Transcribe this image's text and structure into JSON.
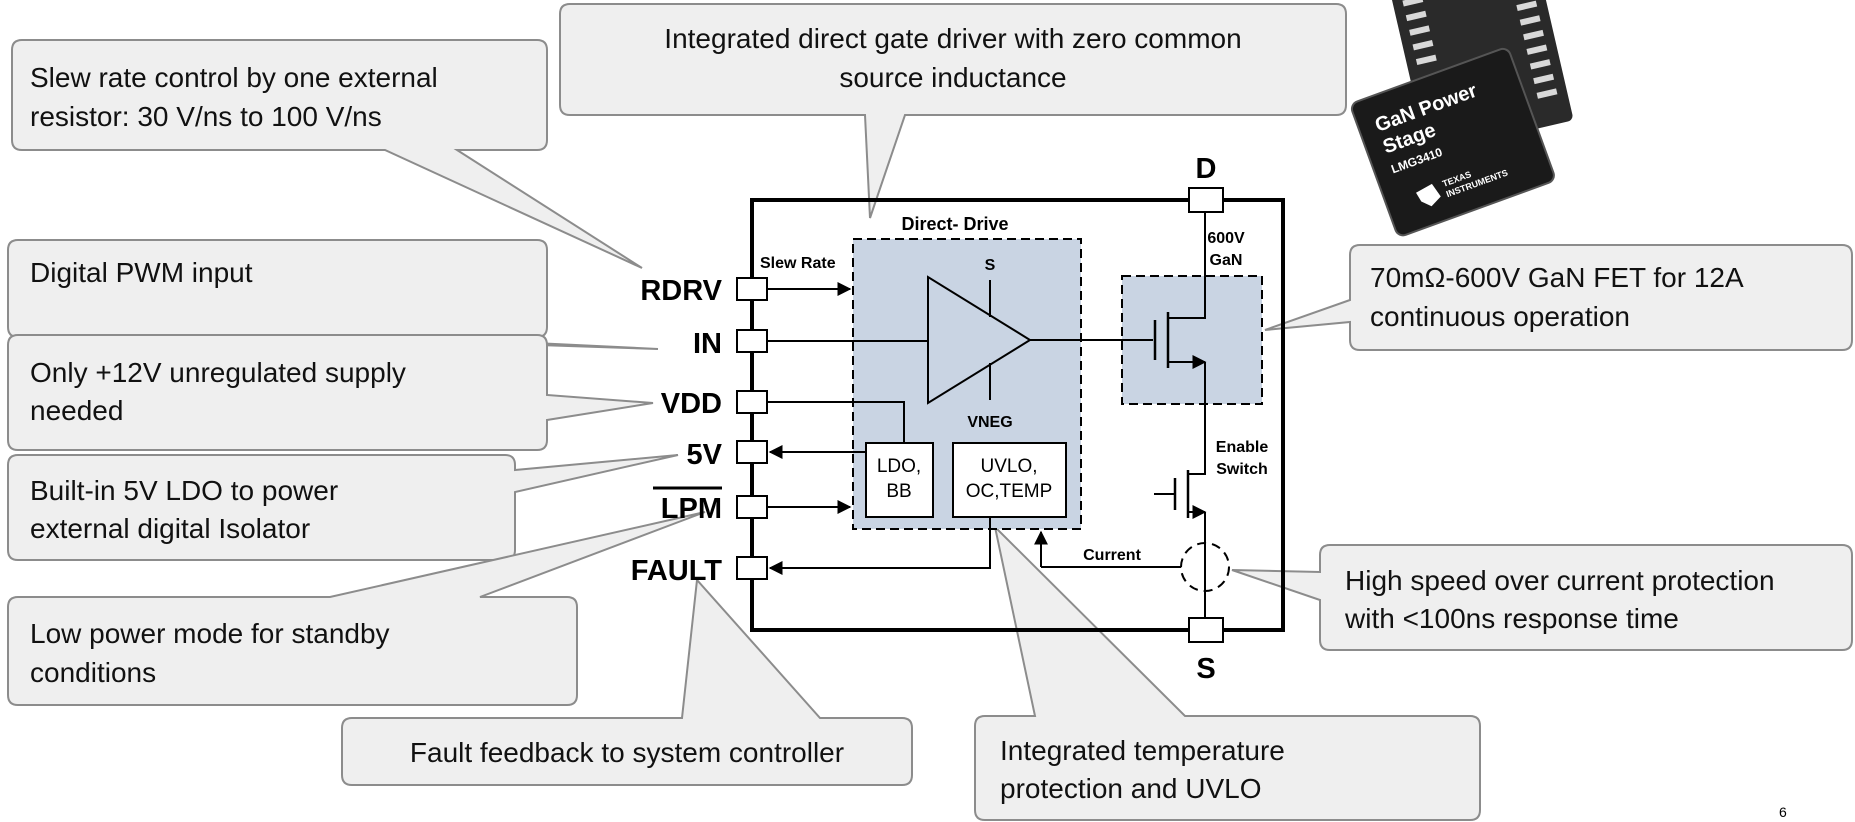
{
  "callouts": {
    "slew": {
      "line1": "Slew rate control by one external",
      "line2": "resistor: 30 V/ns to 100 V/ns"
    },
    "gate_driver": {
      "line1": "Integrated direct gate driver with zero common",
      "line2": "source inductance"
    },
    "pwm": {
      "line1": "Digital PWM input"
    },
    "vdd": {
      "line1": "Only +12V unregulated supply",
      "line2": "needed"
    },
    "ldo": {
      "line1": "Built-in 5V LDO to power",
      "line2": "external digital Isolator"
    },
    "lpm": {
      "line1": "Low power mode for standby",
      "line2": "conditions"
    },
    "fault": {
      "line1": "Fault feedback to system controller"
    },
    "temp": {
      "line1": "Integrated temperature",
      "line2": "protection and UVLO"
    },
    "fet": {
      "line1": "70mΩ-600V GaN FET for 12A",
      "line2": "continuous operation"
    },
    "ocp": {
      "line1": "High speed over current protection",
      "line2": "with <100ns response time"
    }
  },
  "pins": {
    "rdrv": "RDRV",
    "in": "IN",
    "vdd": "VDD",
    "v5": "5V",
    "lpm": "LPM",
    "fault": "FAULT",
    "drain": "D",
    "source": "S"
  },
  "schematic": {
    "direct_drive": "Direct- Drive",
    "slew_rate": "Slew Rate",
    "amp_s": "S",
    "vneg": "VNEG",
    "gan_line1": "600V",
    "gan_line2": "GaN",
    "ldo_line1": "LDO,",
    "ldo_line2": "BB",
    "uvlo_line1": "UVLO,",
    "uvlo_line2": "OC,TEMP",
    "enable_line1": "Enable",
    "enable_line2": "Switch",
    "current": "Current"
  },
  "chip": {
    "line1": "GaN Power",
    "line2": "Stage",
    "part": "LMG3410",
    "brand_line1": "TEXAS",
    "brand_line2": "INSTRUMENTS"
  },
  "page_number": "6",
  "colors": {
    "callout_fill": "#efefef",
    "callout_stroke": "#8c8c8c",
    "block_fill": "#c9d4e3",
    "chip_body": "#1a1a1a"
  }
}
